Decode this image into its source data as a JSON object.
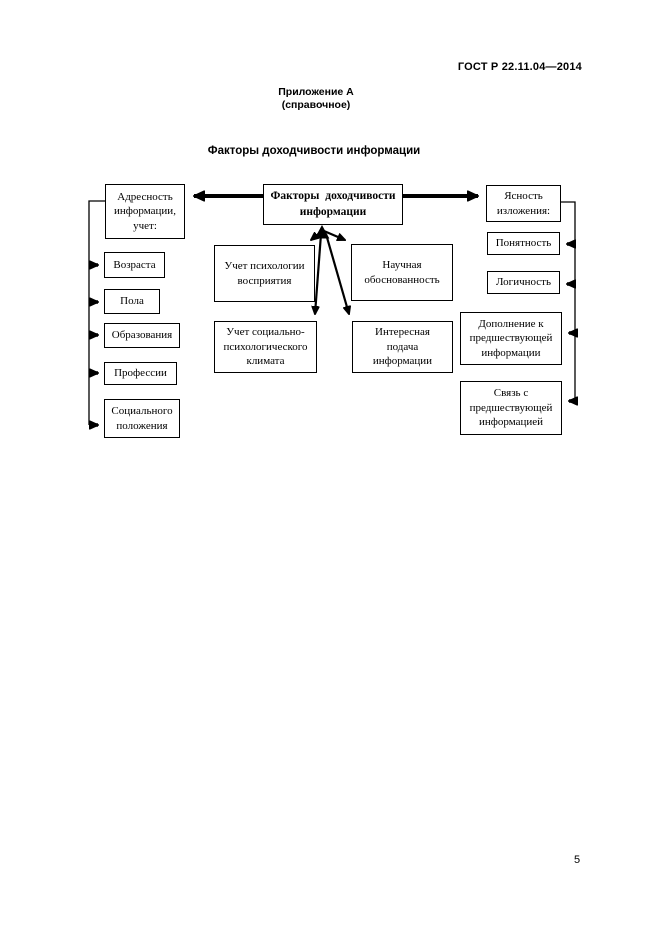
{
  "page": {
    "header": "ГОСТ Р 22.11.04—2014",
    "appendix_label": "Приложение А",
    "appendix_type": "(справочное)",
    "figure_title": "Факторы доходчивости информации",
    "page_number": "5"
  },
  "diagram": {
    "center_box": "Факторы доходчивости\nинформации",
    "left": {
      "header": "Адресность\nинформации,\nучет:",
      "items": [
        "Возраста",
        "Пола",
        "Образования",
        "Профессии",
        "Социального\nположения"
      ]
    },
    "factors": [
      "Учет психологии\nвосприятия",
      "Научная\nобоснованность",
      "Учет социально-\nпсихологического\nклимата",
      "Интересная\nподача\nинформации"
    ],
    "right": {
      "header": "Ясность\nизложения:",
      "items": [
        "Понятность",
        "Логичность",
        "Дополнение к\nпредшествующей\nинформации",
        "Связь с\nпредшествующей\nинформацией"
      ]
    }
  },
  "colors": {
    "ink": "#000000",
    "paper": "#ffffff"
  }
}
